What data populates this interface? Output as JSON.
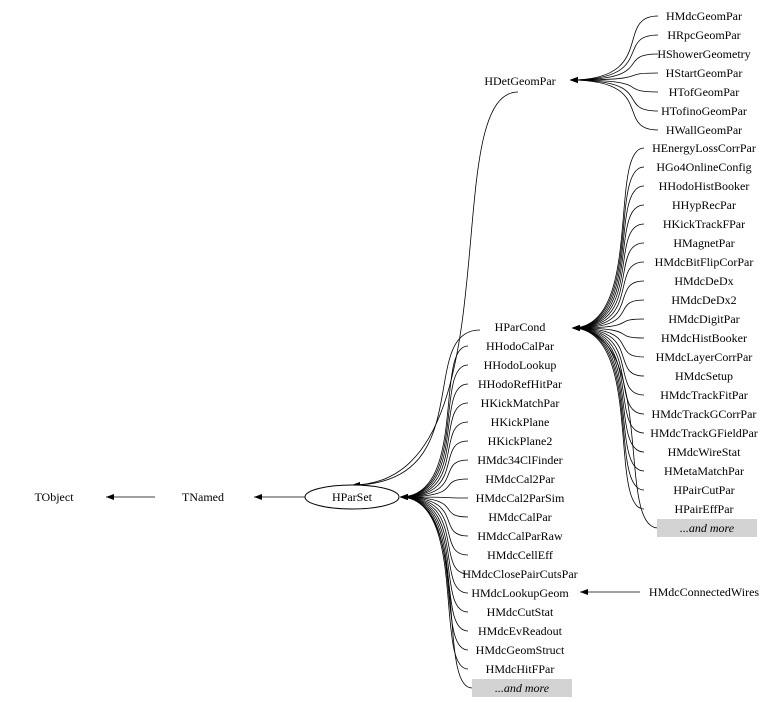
{
  "root": {
    "label": "TObject"
  },
  "named": {
    "label": "TNamed"
  },
  "parset": {
    "label": "HParSet"
  },
  "detgeom": {
    "label": "HDetGeomPar",
    "children": [
      "HMdcGeomPar",
      "HRpcGeomPar",
      "HShowerGeometry",
      "HStartGeomPar",
      "HTofGeomPar",
      "HTofinoGeomPar",
      "HWallGeomPar"
    ]
  },
  "parcond": {
    "label": "HParCond",
    "children": [
      "HEnergyLossCorrPar",
      "HGo4OnlineConfig",
      "HHodoHistBooker",
      "HHypRecPar",
      "HKickTrackFPar",
      "HMagnetPar",
      "HMdcBitFlipCorPar",
      "HMdcDeDx",
      "HMdcDeDx2",
      "HMdcDigitPar",
      "HMdcHistBooker",
      "HMdcLayerCorrPar",
      "HMdcSetup",
      "HMdcTrackFitPar",
      "HMdcTrackGCorrPar",
      "HMdcTrackGFieldPar",
      "HMdcWireStat",
      "HMetaMatchPar",
      "HPairCutPar",
      "HPairEffPar"
    ],
    "more": "...and more"
  },
  "parset_children": {
    "items": [
      "HHodoCalPar",
      "HHodoLookup",
      "HHodoRefHitPar",
      "HKickMatchPar",
      "HKickPlane",
      "HKickPlane2",
      "HMdc34ClFinder",
      "HMdcCal2Par",
      "HMdcCal2ParSim",
      "HMdcCalPar",
      "HMdcCalParRaw",
      "HMdcCellEff",
      "HMdcClosePairCutsPar",
      "HMdcLookupGeom",
      "HMdcCutStat",
      "HMdcEvReadout",
      "HMdcGeomStruct",
      "HMdcHitFPar"
    ],
    "more": "...and more"
  },
  "connected": {
    "label": "HMdcConnectedWires"
  }
}
